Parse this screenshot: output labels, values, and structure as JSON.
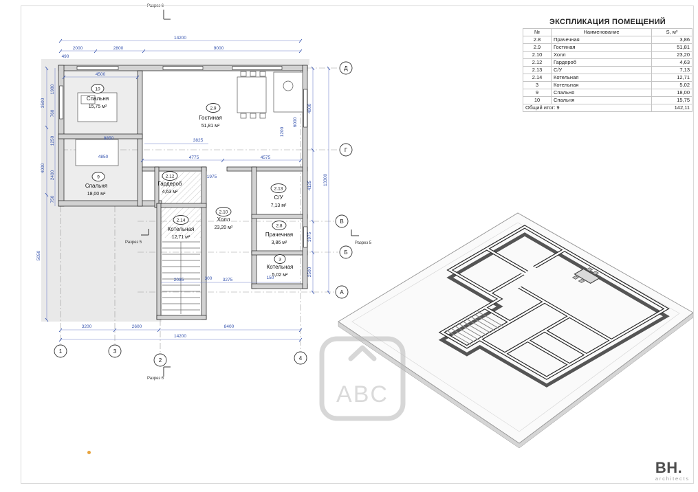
{
  "schedule": {
    "title": "ЭКСПЛИКАЦИЯ ПОМЕЩЕНИЙ",
    "cols": {
      "no": "№",
      "name": "Наименование",
      "area": "S, м²"
    },
    "rows": [
      {
        "no": "2.8",
        "name": "Прачечная",
        "area": "3,86"
      },
      {
        "no": "2.9",
        "name": "Гостиная",
        "area": "51,81"
      },
      {
        "no": "2.10",
        "name": "Холл",
        "area": "23,20"
      },
      {
        "no": "2.12",
        "name": "Гардероб",
        "area": "4,63"
      },
      {
        "no": "2.13",
        "name": "С/У",
        "area": "7,13"
      },
      {
        "no": "2.14",
        "name": "Котельная",
        "area": "12,71"
      },
      {
        "no": "3",
        "name": "Котельная",
        "area": "5,02"
      },
      {
        "no": "9",
        "name": "Спальня",
        "area": "18,00"
      },
      {
        "no": "10",
        "name": "Спальня",
        "area": "15,75"
      }
    ],
    "total": {
      "label": "Общий итог: 9",
      "area": "142,11"
    }
  },
  "plan": {
    "rooms": [
      {
        "tag": "10",
        "name": "Спальня",
        "area": "15,75 м²"
      },
      {
        "tag": "2.9",
        "name": "Гостиная",
        "area": "51,81 м²"
      },
      {
        "tag": "9",
        "name": "Спальня",
        "area": "18,00 м²"
      },
      {
        "tag": "2.12",
        "name": "Гардероб",
        "area": "4,63 м²"
      },
      {
        "tag": "2.13",
        "name": "С/У",
        "area": "7,13 м²"
      },
      {
        "tag": "2.10",
        "name": "Холл",
        "area": "23,20 м²"
      },
      {
        "tag": "2.14",
        "name": "Котельная",
        "area": "12,71 м²"
      },
      {
        "tag": "2.8",
        "name": "Прачечная",
        "area": "3,86 м²"
      },
      {
        "tag": "3",
        "name": "Котельная",
        "area": "5,02 м²"
      }
    ],
    "axes": {
      "rows": [
        "Д",
        "Г",
        "В",
        "Б",
        "А"
      ],
      "cols": [
        "1",
        "3",
        "2",
        "4"
      ]
    },
    "sections": {
      "s6": "Разрез 6",
      "s5": "Разрез 5"
    },
    "dims": {
      "top_overall": "14200",
      "top_segs": [
        "490",
        "2000",
        "2800",
        "9000"
      ],
      "upper_inner": [
        "4500",
        "8850",
        "4850",
        "3825",
        "4775",
        "4575",
        "1975"
      ],
      "bottom_segs": [
        "3200",
        "2600",
        "8400"
      ],
      "bottom_overall": "14200",
      "bottom_inner": [
        "2035",
        "300",
        "3275",
        "150"
      ],
      "left_outer": [
        "3500",
        "4000",
        "5050"
      ],
      "left_inner": [
        "1980",
        "760",
        "1250",
        "2400",
        "750"
      ],
      "right_outer": [
        "4900",
        "4125",
        "1975",
        "2500"
      ],
      "right_overall": "13300",
      "right_inner": [
        "6000",
        "1200"
      ]
    }
  },
  "watermark": {
    "text": "ABC"
  },
  "logo": {
    "name": "BH.",
    "sub": "architects"
  }
}
